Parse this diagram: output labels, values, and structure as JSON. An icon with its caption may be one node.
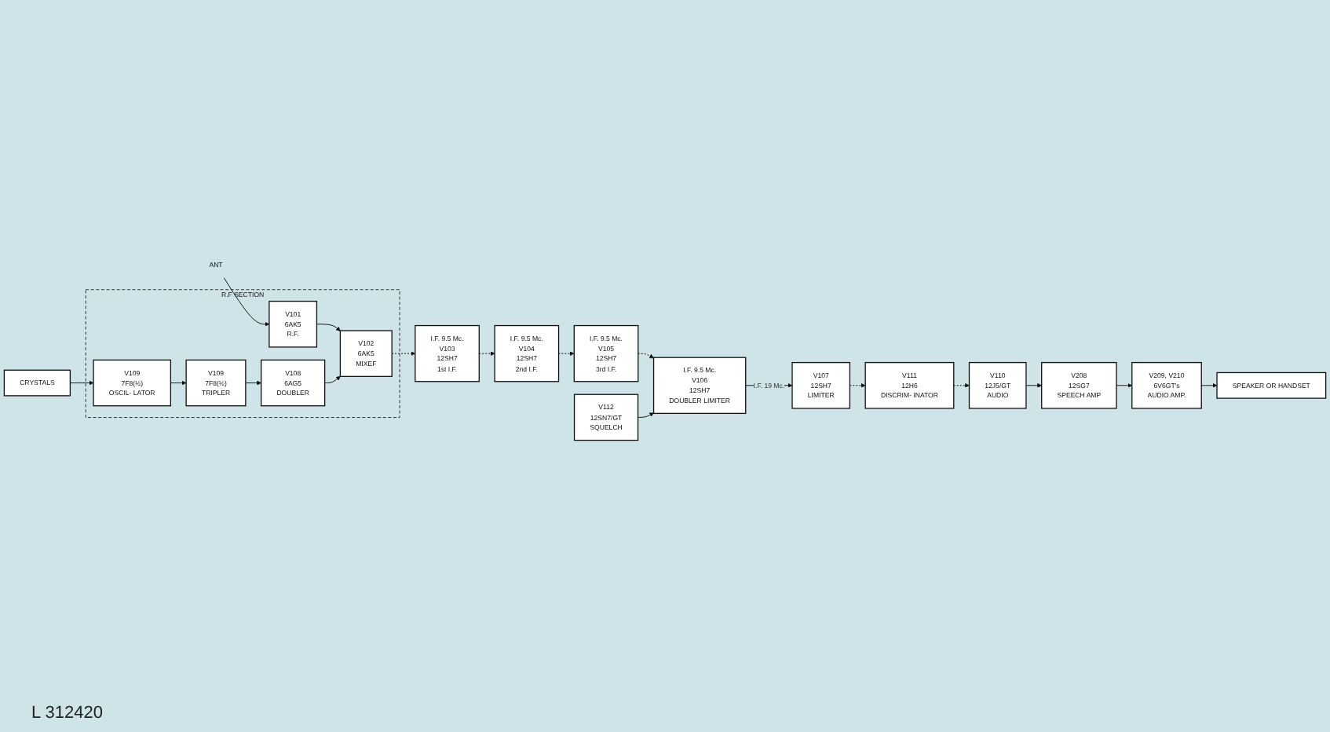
{
  "diagram": {
    "nodes": [
      {
        "text": [
          "R.F SECTION"
        ]
      },
      {
        "text": [
          "ANT"
        ]
      },
      {
        "text": [
          "V101",
          "6AK5",
          "R.F."
        ],
        "in": 0
      },
      {
        "text": [
          "V102",
          "6AK5",
          "MIXEF"
        ],
        "in": 0
      },
      {
        "text": [
          "I.F. 9.5 Mc.",
          "V103",
          "12SH7",
          "1st I.F."
        ]
      },
      {
        "text": [
          "I.F. 9.5 Mc.",
          "V104",
          "12SH7",
          "2nd I.F."
        ]
      },
      {
        "text": [
          "I.F. 9.5 Mc.",
          "V105",
          "12SH7",
          "3rd I.F."
        ]
      },
      {
        "text": [
          "I.F. 9.5 Mc.",
          "V106",
          "12SH7",
          "DOUBLER LIMITER"
        ]
      },
      {
        "text": [
          "V112",
          "12SN7/GT",
          "SQUELCH"
        ]
      },
      {
        "text": [
          "V109",
          "7F8(½)",
          "TRIPLER"
        ],
        "in": 0
      },
      {
        "text": [
          "V108",
          "6AG5",
          "DOUBLER"
        ],
        "in": 0
      },
      {
        "text": [
          "V110",
          "12J5/GT",
          "AUDIO"
        ]
      },
      {
        "text": [
          "V111",
          "12H6",
          "DISCRIM- INATOR"
        ]
      },
      {
        "text": [
          "V107",
          "12SH7",
          "LIMITER"
        ]
      },
      {
        "text": [
          "V109",
          "7F8(½)",
          "OSCIL- LATOR"
        ],
        "in": 0
      },
      {
        "text": [
          "CRYSTALS"
        ]
      },
      {
        "text": [
          "V208",
          "12SG7",
          "SPEECH AMP"
        ]
      },
      {
        "text": [
          "V209, V210",
          "6V6GT's",
          "AUDIO AMP."
        ]
      },
      {
        "text": [
          "SPEAKER OR HANDSET"
        ]
      }
    ],
    "edges": [
      {
        "from": 1,
        "to": 2,
        "arrow": "to"
      },
      {
        "from": 2,
        "to": 3,
        "arrow": "to"
      },
      {
        "from": 3,
        "to": 4,
        "arrow": "to",
        "style": "dashed"
      },
      {
        "from": 4,
        "to": 5,
        "arrow": "to",
        "style": "dashed"
      },
      {
        "from": 5,
        "to": 6,
        "arrow": "to",
        "style": "dashed"
      },
      {
        "from": 6,
        "to": 7,
        "arrow": "to",
        "style": "dashed"
      },
      {
        "from": 8,
        "to": 7,
        "arrow": "to"
      },
      {
        "from": 10,
        "to": 3,
        "arrow": "to"
      },
      {
        "from": 9,
        "to": 10,
        "arrow": "to"
      },
      {
        "from": 14,
        "to": 9,
        "arrow": "to"
      },
      {
        "from": 15,
        "to": 14,
        "arrow": "to"
      },
      {
        "from": 7,
        "to": 13,
        "arrow": "to",
        "label": "I.F. 19 Mc."
      },
      {
        "from": 13,
        "to": 12,
        "arrow": "to",
        "style": "dashed"
      },
      {
        "from": 12,
        "to": 11,
        "arrow": "to",
        "style": "dashed"
      },
      {
        "from": 11,
        "to": 16,
        "arrow": "to"
      },
      {
        "from": 16,
        "to": 17,
        "arrow": "to"
      },
      {
        "from": 17,
        "to": 18,
        "arrow": "to"
      }
    ],
    "labels": [
      "L 312420"
    ]
  }
}
